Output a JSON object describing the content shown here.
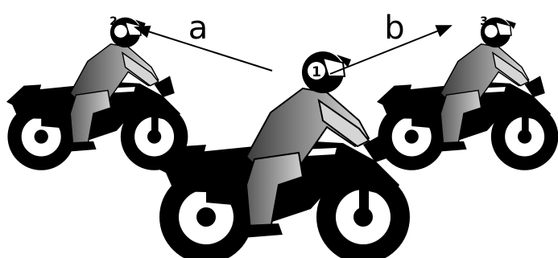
{
  "riders": [
    {
      "number": "1"
    },
    {
      "number": "2"
    },
    {
      "number": "3"
    }
  ],
  "arrows": [
    {
      "label": "a"
    },
    {
      "label": "b"
    }
  ],
  "colors": {
    "ink": "#000000",
    "rider_dark": "#4a4a4a",
    "rider_light": "#d8d8d8",
    "background": "#ffffff"
  }
}
